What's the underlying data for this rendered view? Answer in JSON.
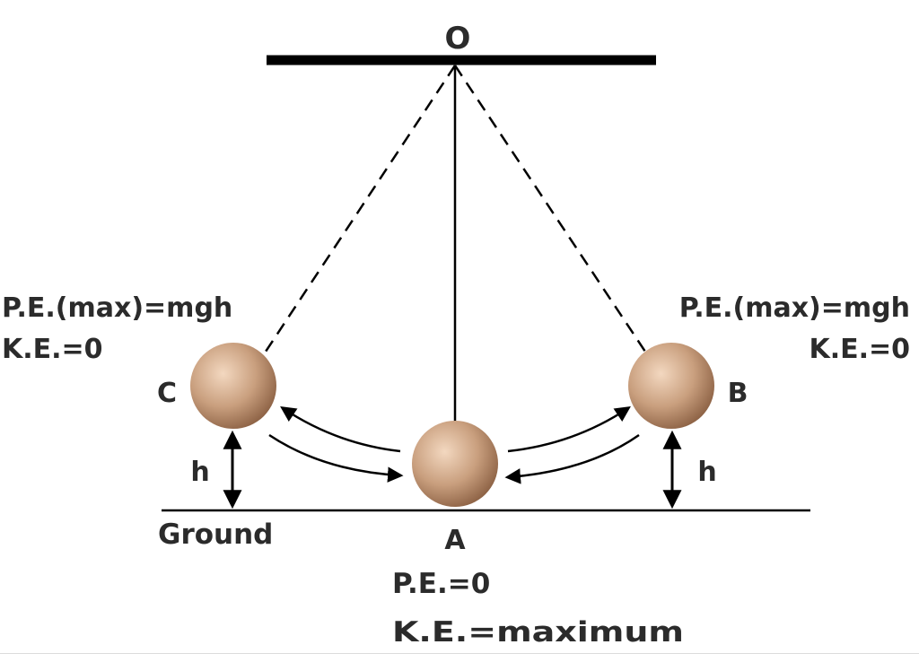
{
  "labels": {
    "pivot": "O",
    "bob_left": "C",
    "bob_right": "B",
    "bob_bottom": "A",
    "height_left": "h",
    "height_right": "h",
    "ground": "Ground",
    "left_pe": "P.E.(max)=mgh",
    "left_ke": "K.E.=0",
    "right_pe": "P.E.(max)=mgh",
    "right_ke": "K.E.=0",
    "bottom_pe": "P.E.=0",
    "bottom_ke": "K.E.=maximum"
  },
  "colors": {
    "bob": "#c99f7e",
    "bob_highlight": "#f3d8c0",
    "bob_shadow": "#8a5f42",
    "line": "#000000",
    "text": "#2b2b2b"
  }
}
